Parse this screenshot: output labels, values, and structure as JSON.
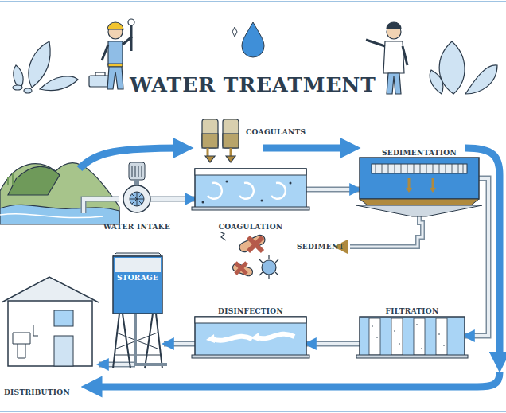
{
  "diagram": {
    "title": "WATER TREATMENT",
    "nodes": [
      {
        "text": [
          "WATER INTAKE"
        ]
      },
      {
        "text": [
          "COAGULATION"
        ]
      },
      {
        "text": [
          "SEDIMENTATION"
        ]
      },
      {
        "text": [
          "FILTRATION"
        ]
      },
      {
        "text": [
          "DISINFECTION"
        ]
      },
      {
        "text": [
          "STORAGE"
        ]
      },
      {
        "text": [
          "DISTRIBUTION"
        ]
      }
    ],
    "edges": [
      {
        "from": 0,
        "to": 1,
        "arrow": "to"
      },
      {
        "from": 1,
        "to": 2,
        "arrow": "to"
      },
      {
        "from": 2,
        "to": 3,
        "arrow": "to"
      },
      {
        "from": 3,
        "to": 4,
        "arrow": "to"
      },
      {
        "from": 4,
        "to": 5,
        "arrow": "to"
      },
      {
        "from": 5,
        "to": 6,
        "arrow": "to"
      }
    ],
    "labels": [
      "COAGULANTS",
      "SEDIMENT"
    ]
  }
}
